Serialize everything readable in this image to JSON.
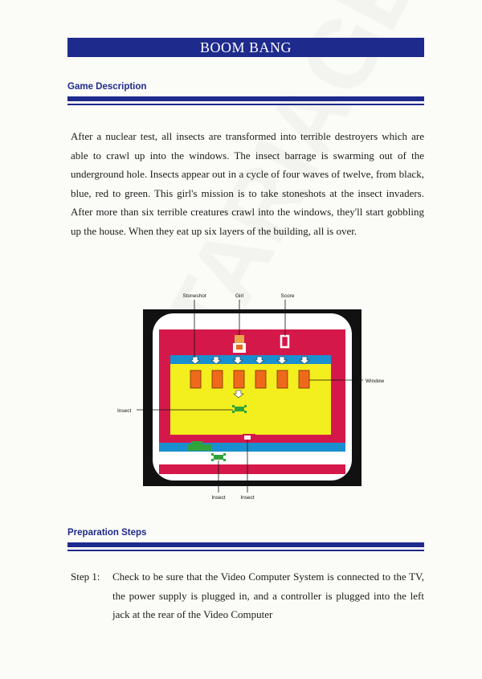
{
  "title": "BOOM BANG",
  "game_description": {
    "heading": "Game Description",
    "paragraph": "After a nuclear test, all insects are transformed into terrible destroyers which are able to crawl up into the windows. The insect barrage is swarming out of the underground hole. Insects appear out in a cycle of four waves of twelve, from black, blue, red to green. This girl's mission is to take stoneshots at the insect invaders. After more than six terrible creatures crawl into the windows, they'll start gobbling up the house. When they eat up six layers of the building, all is over."
  },
  "diagram": {
    "labels": {
      "stoneshot": "Stoneshot",
      "girl": "Girl",
      "score": "Score",
      "window": "Window",
      "insect_left": "Insect",
      "insect_bottom_1": "Insect",
      "insect_bottom_2": "Insect"
    },
    "colors": {
      "tv_frame": "#111111",
      "red_field": "#d5184a",
      "yellow_field": "#f3ee1e",
      "blue_band": "#1a8fd0",
      "window_orange": "#ee6a1a",
      "insect_green": "#2fa33a"
    }
  },
  "preparation": {
    "heading": "Preparation Steps",
    "steps": [
      {
        "label": "Step 1:",
        "text": "Check to be sure that the Video Computer System is connected to the TV, the power supply is plugged in, and a controller is plugged into the left jack at the rear of the Video Computer"
      }
    ]
  },
  "watermark": "ATARIAGE.COM"
}
